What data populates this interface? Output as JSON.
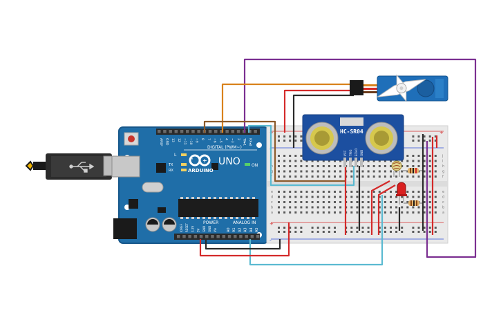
{
  "colors": {
    "arduino_board": "#1f6ea8",
    "arduino_edge": "#17578a",
    "header": "#2a2a2a",
    "breadboard": "#e9e9e9",
    "sensor_board": "#1c4fa0",
    "servo_body": "#1f6fb9",
    "wire_orange": "#d9821c",
    "wire_purple": "#7b2f91",
    "wire_red": "#d42a2a",
    "wire_black": "#2a2a2a",
    "wire_cyan": "#5bbad1",
    "wire_brown": "#8b5a2b",
    "led": "#d92020"
  },
  "arduino": {
    "brand": "ARDUINO",
    "model": "UNO",
    "on_label": "ON",
    "digital_label": "DIGITAL (PWM~)",
    "power_label": "POWER",
    "analog_label": "ANALOG IN",
    "l_label": "L",
    "tx_label": "TX",
    "rx_label": "RX",
    "digital_pins": [
      "AREF",
      "GND",
      "13",
      "12",
      "~11",
      "~10",
      "~9",
      "8",
      "7",
      "~6",
      "~5",
      "4",
      "~3",
      "2",
      "TX▸1",
      "RX◂0"
    ],
    "power_pins": [
      "IOREF",
      "RESET",
      "3.3V",
      "5V",
      "GND",
      "GND",
      "Vin"
    ],
    "analog_pins": [
      "A0",
      "A1",
      "A2",
      "A3",
      "A4",
      "A5"
    ]
  },
  "sensor": {
    "label": "HC-SR04",
    "pins": [
      "VCC",
      "TRIG",
      "ECHO",
      "GND"
    ]
  },
  "breadboard": {
    "row_letters_top": [
      "j",
      "i",
      "h",
      "g",
      "f"
    ],
    "row_letters_bottom": [
      "e",
      "d",
      "c",
      "b",
      "a"
    ],
    "rail_plus": "+",
    "rail_minus": "-"
  },
  "icons": {
    "usb_cable": "usb-plug-icon",
    "infinity_logo": "infinity-logo-icon"
  }
}
